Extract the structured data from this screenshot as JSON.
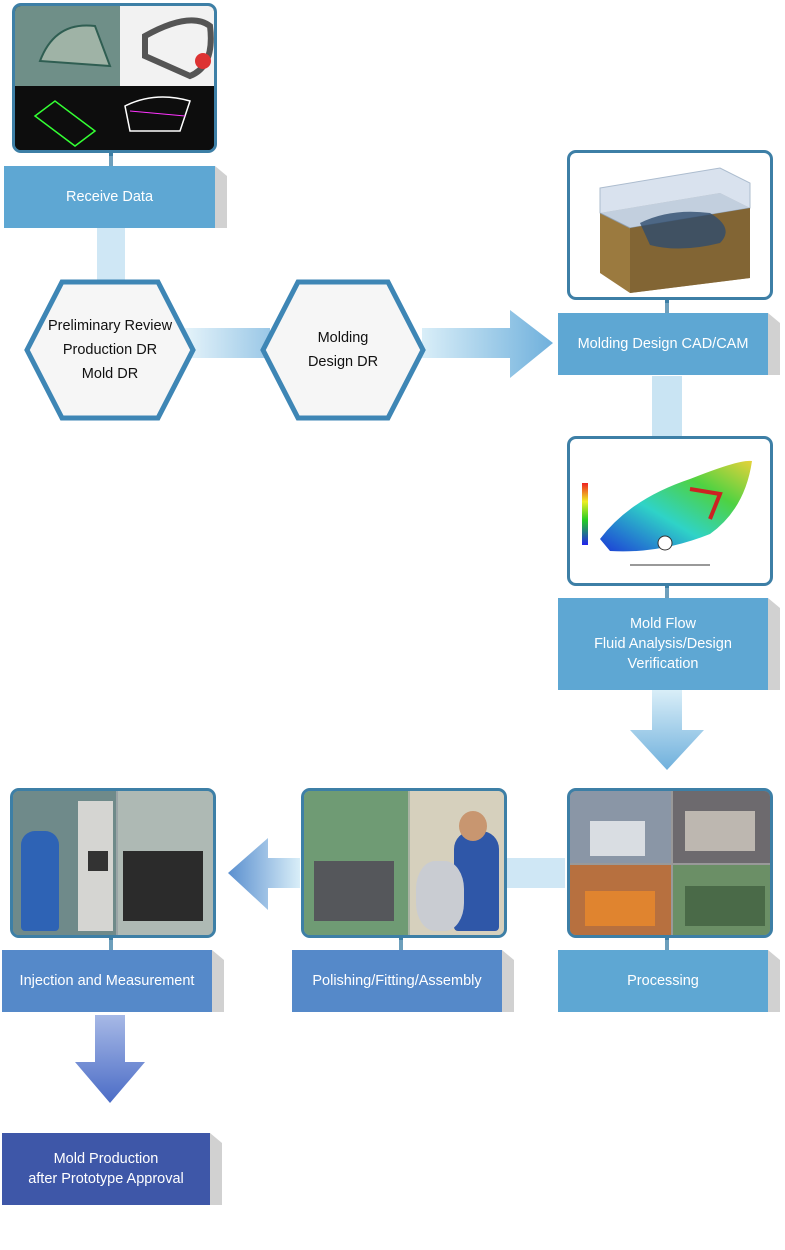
{
  "colors": {
    "step_box": "#5ea7d3",
    "step_box_mid": "#5589c9",
    "step_box_dark": "#3e57a8",
    "flow_band": "#b9dcef",
    "arrow": "#6fb0dc",
    "photo_border": "#3d7fa6",
    "hex_border": "#3e86b5"
  },
  "steps": {
    "receive_data": "Receive Data",
    "preliminary_review": "Preliminary Review\nProduction DR\nMold DR",
    "molding_design_dr": "Molding\nDesign DR",
    "molding_design_cadcam": "Molding Design CAD/CAM",
    "mold_flow": "Mold Flow\nFluid Analysis/Design\nVerification",
    "processing": "Processing",
    "polishing": "Polishing/Fitting/Assembly",
    "injection": "Injection and Measurement",
    "mold_production": "Mold Production\nafter Prototype Approval"
  },
  "icons": {
    "cad_image": "cad-drawing-icon",
    "mold_image": "mold-3d-model-icon",
    "flow_image": "flow-analysis-icon",
    "processing_image": "cnc-machine-icon",
    "polishing_image": "assembly-worker-icon",
    "injection_image": "injection-machine-icon"
  }
}
